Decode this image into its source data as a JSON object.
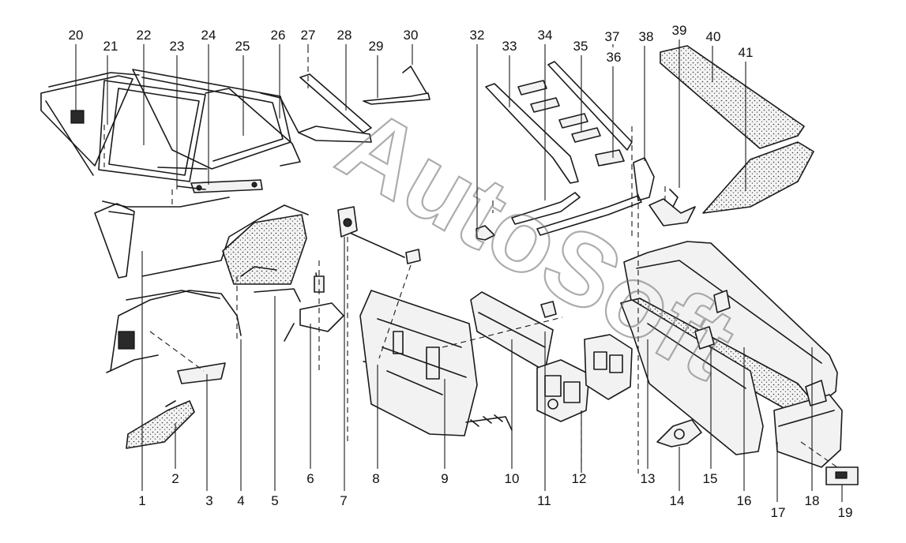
{
  "watermark": "AutoSoft",
  "callouts": [
    "1",
    "2",
    "3",
    "4",
    "5",
    "6",
    "7",
    "8",
    "9",
    "10",
    "11",
    "12",
    "13",
    "14",
    "15",
    "16",
    "17",
    "18",
    "19",
    "20",
    "21",
    "22",
    "23",
    "24",
    "25",
    "26",
    "27",
    "28",
    "29",
    "30",
    "32",
    "33",
    "34",
    "35",
    "36",
    "37",
    "38",
    "39",
    "40",
    "41"
  ],
  "icons": {
    "rear-body-panels": "rear-body-panels-illustration",
    "windows": "rear-window-glass-illustration",
    "bumper": "rear-bumper-illustration",
    "lamps": "tail-lamp-illustration"
  }
}
